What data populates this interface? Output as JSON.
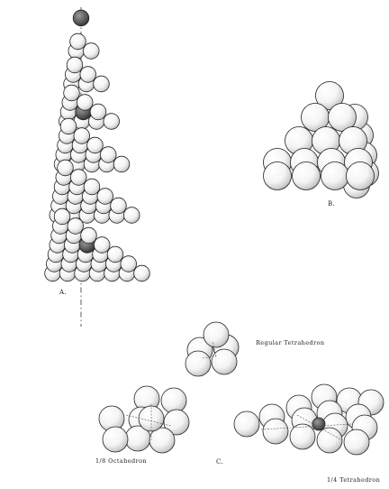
{
  "figure": {
    "panels": {
      "a": {
        "label": "A."
      },
      "b": {
        "label": "B."
      },
      "c": {
        "label": "C."
      }
    },
    "captions": {
      "regular_tetrahedron": "Regular Tetrahedron",
      "octahedron_eighth": "1/8 Octahedron",
      "tetrahedron_quarter": "1/4 Tetrahedron"
    }
  }
}
